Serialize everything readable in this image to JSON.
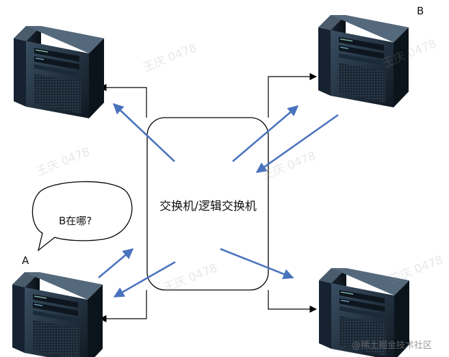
{
  "labels": {
    "switch": "交换机/逻辑交换机",
    "bubble": "B在哪?",
    "node_a": "A",
    "node_b": "B"
  },
  "watermark": {
    "text": "王庆 0478",
    "footer": "@稀土掘金技术社区"
  },
  "colors": {
    "arrow_blue": "#4a73bd",
    "connector": "#000000",
    "server_body": "#1e2d3d"
  },
  "icons": [
    "server-icon",
    "speech-bubble"
  ]
}
